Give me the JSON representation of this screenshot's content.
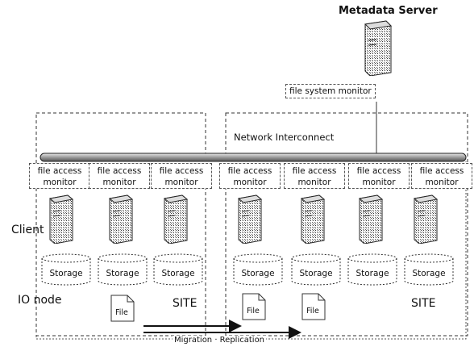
{
  "metadata_server": {
    "label": "Metadata Server",
    "monitor_label": "file system monitor"
  },
  "network": {
    "label": "Network Interconnect"
  },
  "monitors": [
    {
      "line1": "file access",
      "line2": "monitor"
    },
    {
      "line1": "file access",
      "line2": "monitor"
    },
    {
      "line1": "file access",
      "line2": "monitor"
    },
    {
      "line1": "file access",
      "line2": "monitor"
    },
    {
      "line1": "file access",
      "line2": "monitor"
    },
    {
      "line1": "file access",
      "line2": "monitor"
    },
    {
      "line1": "file access",
      "line2": "monitor"
    }
  ],
  "storages": [
    "Storage",
    "Storage",
    "Storage",
    "Storage",
    "Storage",
    "Storage",
    "Storage"
  ],
  "labels": {
    "client": "Client",
    "io_node": "IO node",
    "site_left": "SITE",
    "site_right": "SITE",
    "migration": "Migration · Replication"
  },
  "files": [
    "File",
    "File",
    "File"
  ]
}
